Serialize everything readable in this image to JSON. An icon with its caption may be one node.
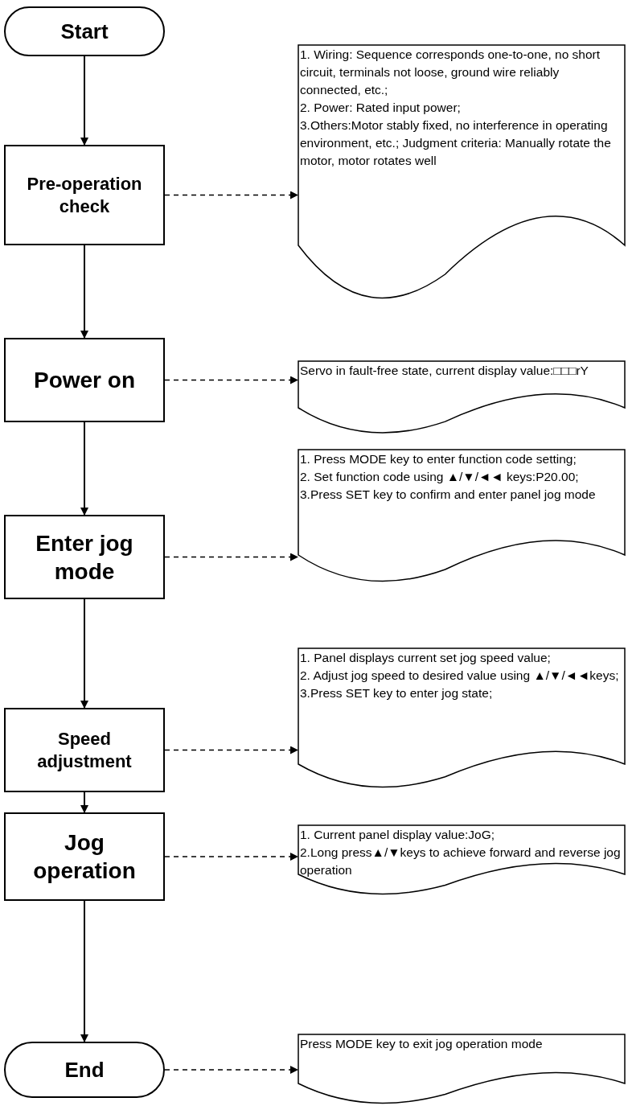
{
  "diagram": {
    "nodes": [
      {
        "text": [
          "Start"
        ]
      },
      {
        "text": [
          "Pre-operation check"
        ]
      },
      {
        "text": [
          "1. Wiring: Sequence corresponds one-to-one, no short circuit, terminals not loose, ground wire reliably connected, etc.;",
          "2. Power: Rated input power;",
          "3.Others:Motor stably fixed, no interference in operating environment, etc.; Judgment criteria: Manually rotate the motor, motor rotates well"
        ]
      },
      {
        "text": [
          "Power on"
        ]
      },
      {
        "text": [
          "Servo in fault-free state, current display value:□□□rY"
        ]
      },
      {
        "text": [
          "Enter jog mode"
        ]
      },
      {
        "text": [
          "1. Press MODE key to enter function code setting;",
          "2. Set function code using ▲/▼/◄◄ keys:P20.00;",
          "3.Press SET key to confirm and enter panel jog mode"
        ]
      },
      {
        "text": [
          "Speed adjustment"
        ]
      },
      {
        "text": [
          "1. Panel displays current set jog speed value;",
          "2. Adjust jog speed to desired value using ▲/▼/◄◄keys;",
          "3.Press SET key to enter jog state;"
        ]
      },
      {
        "text": [
          "Jog operation"
        ]
      },
      {
        "text": [
          "1. Current panel display value:JoG;",
          "2.Long press▲/▼keys to achieve forward and reverse jog operation"
        ]
      },
      {
        "text": [
          "End"
        ]
      },
      {
        "text": [
          "Press MODE key to exit jog operation mode"
        ]
      }
    ],
    "edges": [
      {
        "from": 0,
        "to": 1,
        "arrow": "to"
      },
      {
        "from": 1,
        "to": 2,
        "arrow": "to",
        "style": "dashed"
      },
      {
        "from": 1,
        "to": 3,
        "arrow": "to"
      },
      {
        "from": 3,
        "to": 4,
        "arrow": "to",
        "style": "dashed"
      },
      {
        "from": 3,
        "to": 5,
        "arrow": "to"
      },
      {
        "from": 5,
        "to": 6,
        "arrow": "to",
        "style": "dashed"
      },
      {
        "from": 5,
        "to": 7,
        "arrow": "to"
      },
      {
        "from": 7,
        "to": 8,
        "arrow": "to",
        "style": "dashed"
      },
      {
        "from": 7,
        "to": 9,
        "arrow": "to"
      },
      {
        "from": 9,
        "to": 10,
        "arrow": "to",
        "style": "dashed"
      },
      {
        "from": 9,
        "to": 11,
        "arrow": "to"
      },
      {
        "from": 11,
        "to": 12,
        "arrow": "to",
        "style": "dashed"
      }
    ]
  }
}
